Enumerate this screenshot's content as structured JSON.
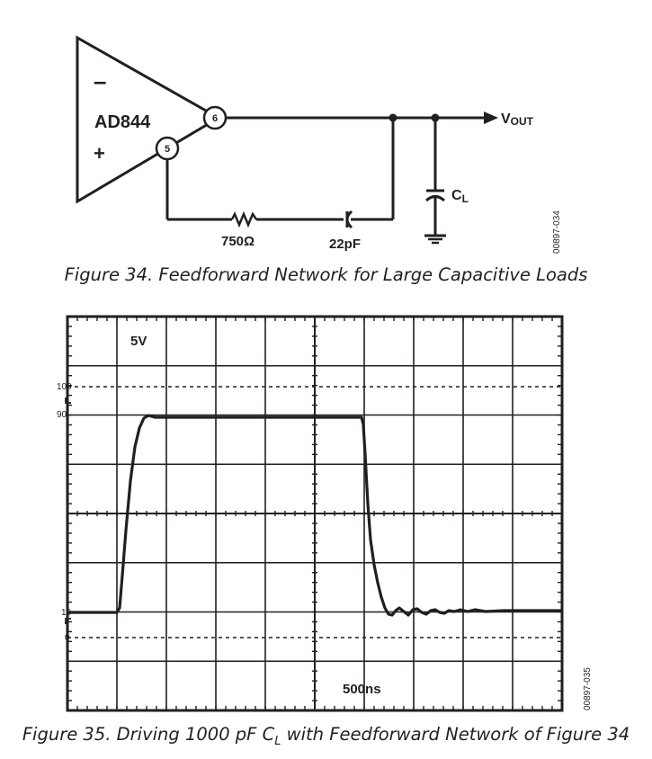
{
  "figure34": {
    "opamp_label": "AD844",
    "minus_sign": "–",
    "plus_sign": "+",
    "pin_output": "6",
    "pin_fb": "5",
    "vout_main": "V",
    "vout_sub": "OUT",
    "cl_main": "C",
    "cl_sub": "L",
    "resistor_label": "750Ω",
    "capacitor_label": "22pF",
    "side_code": "00897-034",
    "caption": "Figure 34. Feedforward Network for Large Capacitive Loads"
  },
  "figure35": {
    "volts_per_div": "5V",
    "time_per_div": "500ns",
    "marker_100": "100",
    "marker_90": "90",
    "marker_10": "10",
    "marker_0": "0",
    "side_code": "00897-035",
    "caption_part1": "Figure 35. Driving 1000 pF C",
    "caption_sub": "L",
    "caption_part2": " with Feedforward Network of Figure 34"
  }
}
